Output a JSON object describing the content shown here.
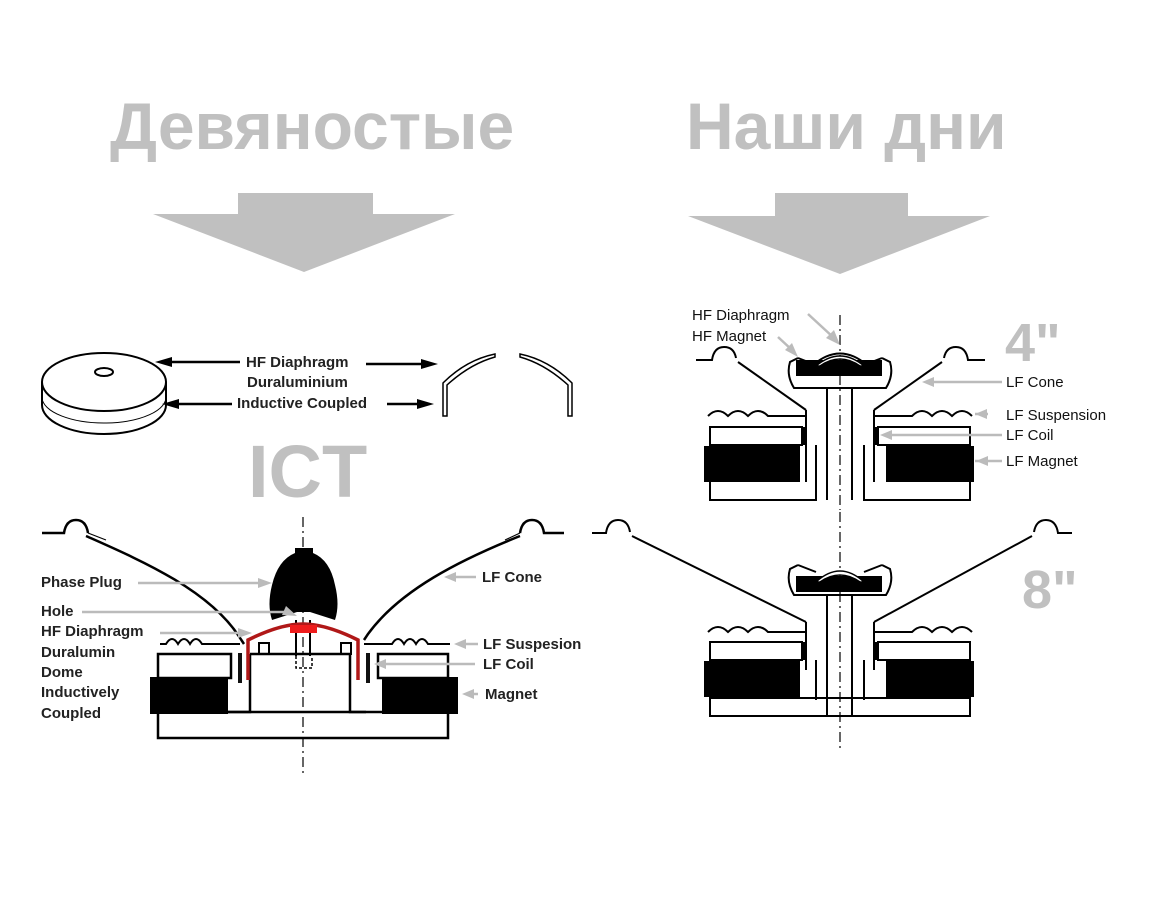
{
  "titles": {
    "left": "Девяностые",
    "right": "Наши дни"
  },
  "left_panel": {
    "ict_label": "ICT",
    "top_labels": {
      "hf_diaphragm": "HF Diaphragm",
      "duraluminium": "Duraluminium",
      "inductive_coupled": "Inductive Coupled"
    },
    "left_callouts": [
      "Phase Plug",
      "Hole",
      "HF Diaphragm",
      "Duralumin",
      "Dome",
      "Inductively",
      "Coupled"
    ],
    "right_callouts": {
      "lf_cone": "LF Cone",
      "lf_suspension": "LF Suspesion",
      "lf_coil": "LF Coil",
      "magnet": "Magnet"
    }
  },
  "right_panel": {
    "size_top": "4\"",
    "size_bottom": "8\"",
    "callouts": {
      "hf_diaphragm": "HF Diaphragm",
      "hf_magnet": "HF Magnet",
      "lf_cone": "LF Cone",
      "lf_suspension": "LF Suspension",
      "lf_coil": "LF Coil",
      "lf_magnet": "LF Magnet"
    }
  },
  "colors": {
    "title_gray": "#c0c0c0",
    "arrow_gray": "#c0c0c0",
    "dome_red": "#b01818",
    "hole_red": "#ee1c1c",
    "line_black": "#000000"
  }
}
